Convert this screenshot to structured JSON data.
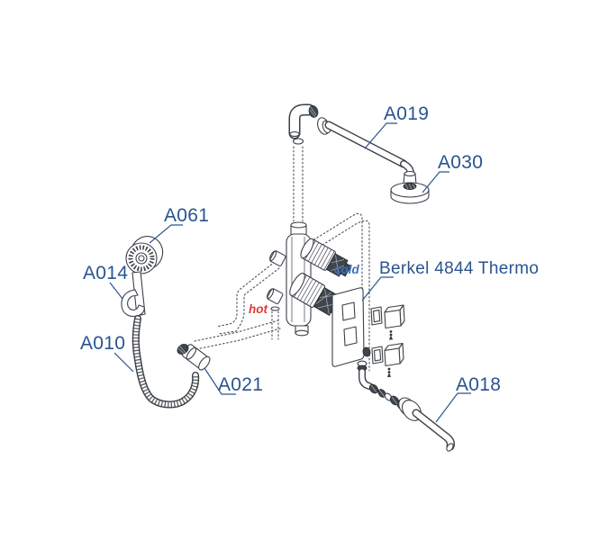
{
  "page": {
    "background": "#ffffff",
    "kind": "exploded shower-system parts diagram"
  },
  "diagram": {
    "labels": {
      "a019": "A019",
      "a030": "A030",
      "a061": "A061",
      "a014": "A014",
      "a010": "A010",
      "a021": "A021",
      "a018": "A018",
      "thermo": "Berkel 4844 Thermo",
      "cold": "cold",
      "hot": "hot"
    },
    "colors": {
      "label_blue": "#2a5490",
      "cold_blue": "#3a70bf",
      "hot_red": "#dd3b35",
      "drawing_line": "#3c4147",
      "background": "#ffffff"
    }
  }
}
